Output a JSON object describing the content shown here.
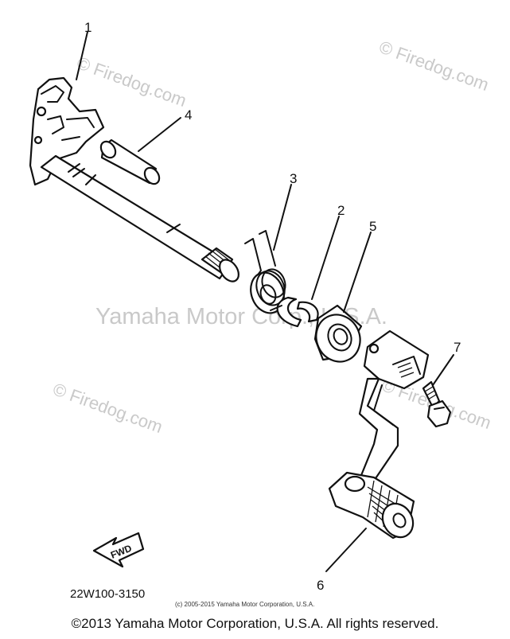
{
  "watermarks": {
    "firedog_1": "© Firedog.com",
    "firedog_2": "© Firedog.com",
    "firedog_3": "© Firedog.com",
    "firedog_4": "© Firedog.com",
    "center": "Yamaha Motor Corp., U.S.A."
  },
  "callouts": [
    "1",
    "2",
    "3",
    "4",
    "5",
    "6",
    "7"
  ],
  "fwd_label": "FWD",
  "part_number": "22W100-3150",
  "small_copyright": "(c) 2005-2015 Yamaha Motor Corporation, U.S.A.",
  "footer": "©2013 Yamaha Motor Corporation, U.S.A. All rights reserved."
}
